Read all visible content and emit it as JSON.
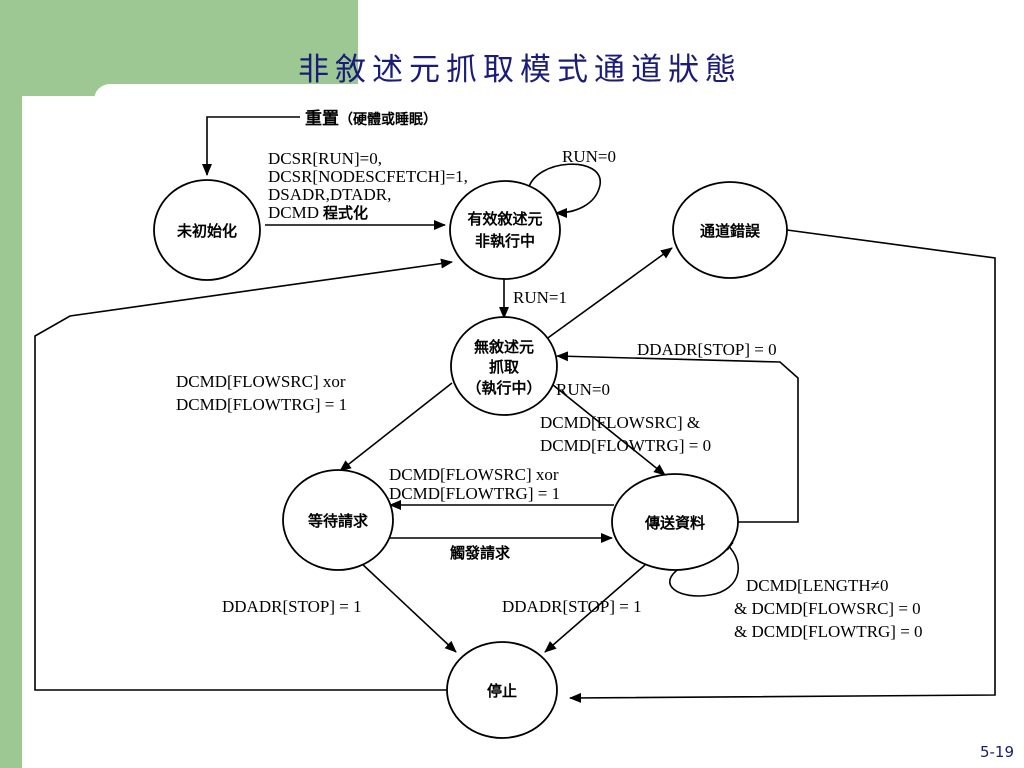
{
  "title": "非敘述元抓取模式通道狀態",
  "page_number": "5-19",
  "states": {
    "uninit": "未初始化",
    "valid_desc_1": "有效敘述元",
    "valid_desc_2": "非執行中",
    "channel_error": "通道錯誤",
    "no_desc_1": "無敘述元",
    "no_desc_2": "抓取",
    "no_desc_3": "（執行中）",
    "wait_request": "等待請求",
    "transfer": "傳送資料",
    "stop": "停止"
  },
  "labels": {
    "reset_main": "重置",
    "reset_sub": "（硬體或睡眠）",
    "program_1": "DCSR[RUN]=0,",
    "program_2": "DCSR[NODESCFETCH]=1,",
    "program_3": "DSADR,DTADR,",
    "program_4a": "DCMD",
    "program_4b": "程式化",
    "run0_self": "RUN=0",
    "run1": "RUN=1",
    "ddadr_stop0": "DDADR[STOP] = 0",
    "flow_xor_1": "DCMD[FLOWSRC] xor",
    "flow_xor_2": "DCMD[FLOWTRG] = 1",
    "run0_back": "RUN=0",
    "flow_and_1": "DCMD[FLOWSRC] &",
    "flow_and_2": "DCMD[FLOWTRG] = 0",
    "mid_xor_1": "DCMD[FLOWSRC] xor",
    "mid_xor_2": "DCMD[FLOWTRG] = 1",
    "trigger": "觸發請求",
    "stop1_left": "DDADR[STOP] = 1",
    "stop1_mid": "DDADR[STOP] = 1",
    "len_1": "DCMD[LENGTH≠0",
    "len_2": "& DCMD[FLOWSRC] = 0",
    "len_3": "& DCMD[FLOWTRG] = 0"
  }
}
